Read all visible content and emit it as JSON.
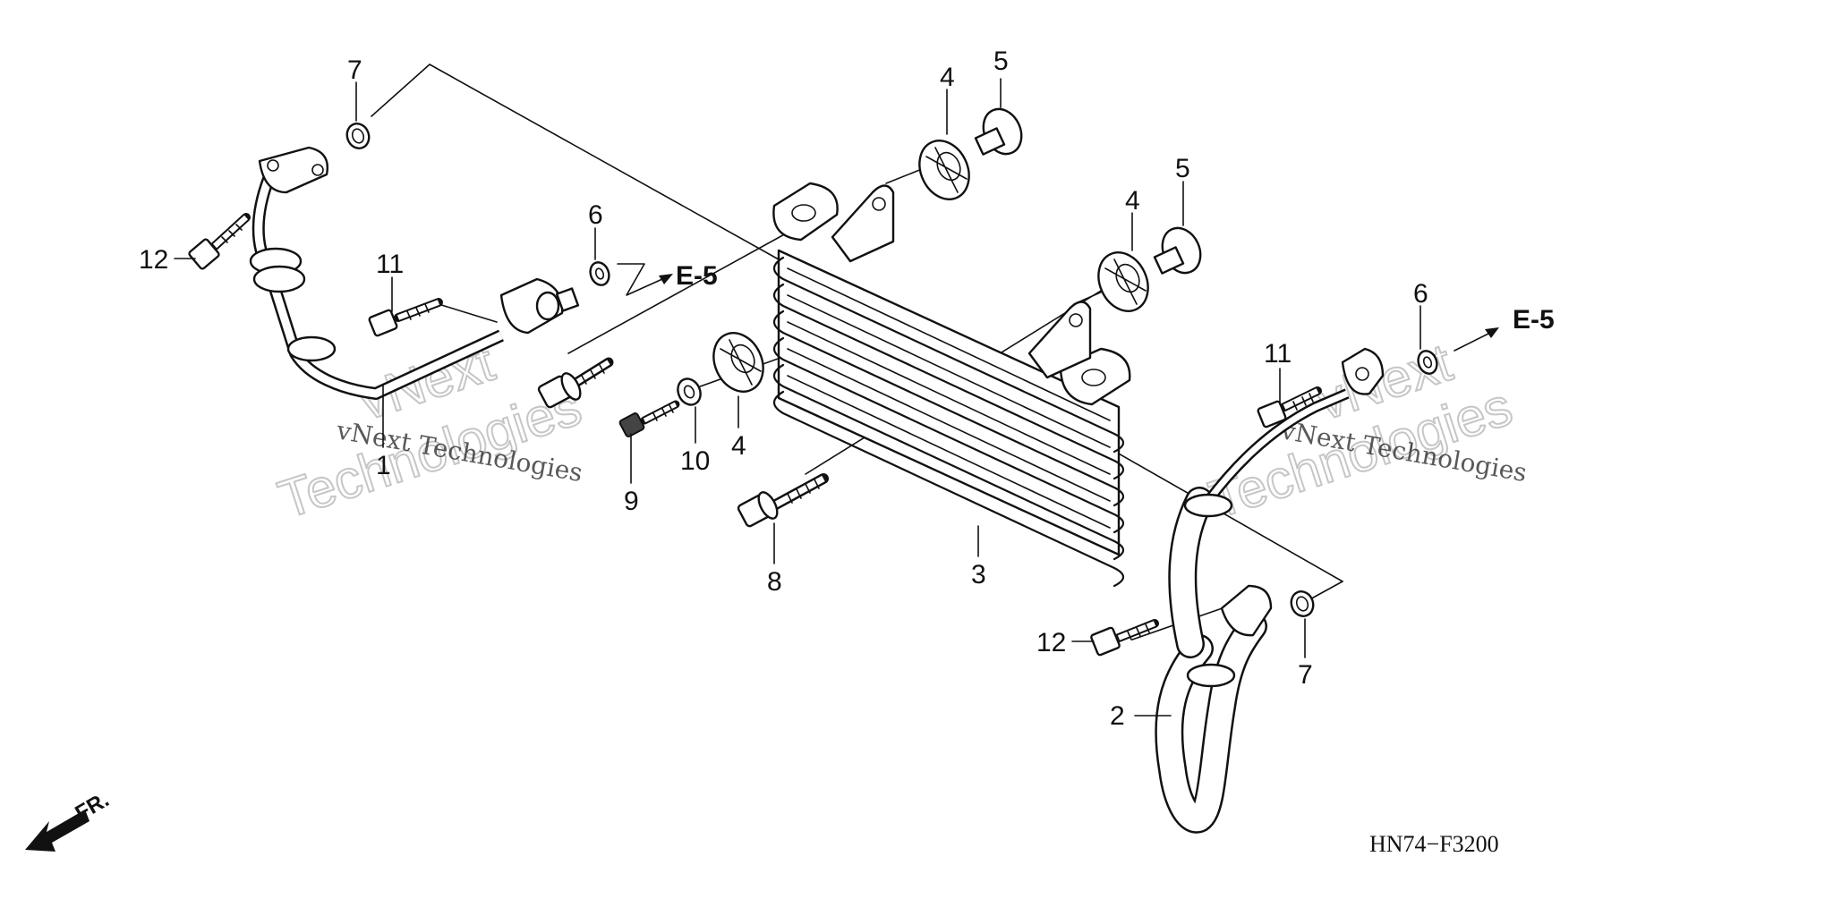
{
  "diagram": {
    "drawing_code": "HN74−F3200",
    "front_indicator": "FR.",
    "watermark_small": "vNext Technologies",
    "watermark_big_line1": "vNext",
    "watermark_big_line2": "Technologies",
    "reference_label": "E-5",
    "callouts": {
      "c1": "1",
      "c2": "2",
      "c3": "3",
      "c4a": "4",
      "c4b": "4",
      "c4c": "4",
      "c5a": "5",
      "c5b": "5",
      "c6a": "6",
      "c6b": "6",
      "c7a": "7",
      "c7b": "7",
      "c8": "8",
      "c9": "9",
      "c10": "10",
      "c11a": "11",
      "c11b": "11",
      "c12a": "12",
      "c12b": "12"
    }
  }
}
